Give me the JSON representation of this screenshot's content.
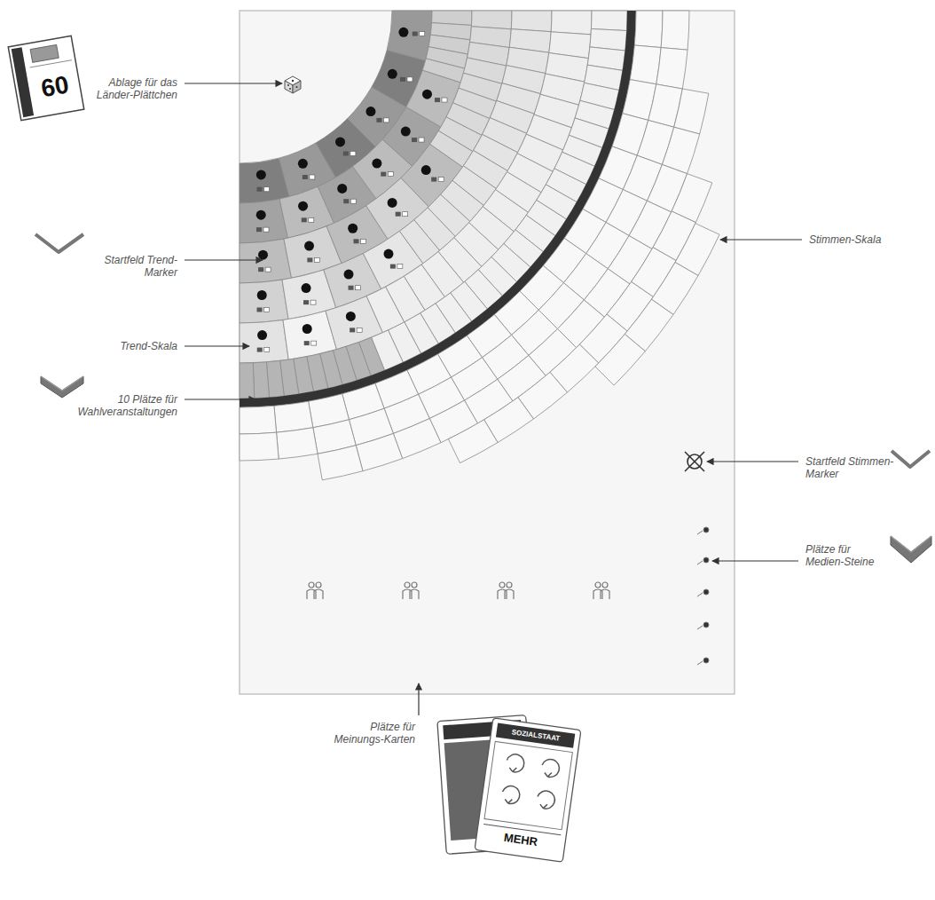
{
  "diagram": {
    "labels": [
      "60",
      "Ablage für das Länder-Plättchen",
      "Startfeld Trend-Marker",
      "Trend-Skala",
      "10 Plätze für Wahlveranstaltungen",
      "Stimmen-Skala",
      "Startfeld Stimmen-Marker",
      "Plätze für Medien-Steine",
      "Plätze für Meinungs-Karten",
      "SOZIALSTAAT",
      "MEHR"
    ]
  }
}
